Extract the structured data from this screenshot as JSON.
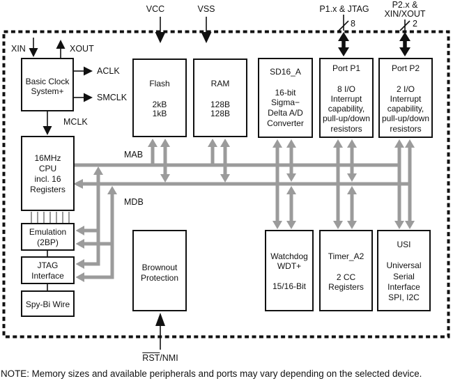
{
  "pins": {
    "vcc": "VCC",
    "vss": "VSS",
    "p1_jtag": "P1.x & JTAG",
    "p1_width": "8",
    "p2_line1": "P2.x &",
    "p2_line2": "XIN/XOUT",
    "p2_width": "2",
    "rst": "RST",
    "nmi": "/NMI"
  },
  "clock_signals": {
    "xin": "XIN",
    "xout": "XOUT",
    "aclk": "ACLK",
    "smclk": "SMCLK",
    "mclk": "MCLK"
  },
  "buses": {
    "mab": "MAB",
    "mdb": "MDB"
  },
  "blocks": {
    "basic_clock": {
      "lines": [
        "Basic Clock",
        "System+"
      ]
    },
    "cpu": {
      "lines": [
        "16MHz",
        "CPU",
        "incl. 16",
        "Registers"
      ]
    },
    "emulation": {
      "lines": [
        "Emulation",
        "(2BP)"
      ]
    },
    "jtag": {
      "lines": [
        "JTAG",
        "Interface"
      ]
    },
    "spy_bi_wire": {
      "lines": [
        "Spy-Bi Wire"
      ]
    },
    "flash": {
      "lines": [
        "Flash",
        "2kB",
        "1kB"
      ]
    },
    "ram": {
      "lines": [
        "RAM",
        "128B",
        "128B"
      ]
    },
    "sd16": {
      "lines": [
        "SD16_A",
        "16-bit",
        "Sigma−",
        "Delta A/D",
        "Converter"
      ]
    },
    "port_p1": {
      "lines": [
        "Port P1",
        "8 I/O",
        "Interrupt",
        "capability,",
        "pull-up/down",
        "resistors"
      ]
    },
    "port_p2": {
      "lines": [
        "Port P2",
        "2 I/O",
        "Interrupt",
        "capability,",
        "pull-up/down",
        "resistors"
      ]
    },
    "brownout": {
      "lines": [
        "Brownout",
        "Protection"
      ]
    },
    "watchdog": {
      "lines": [
        "Watchdog",
        "WDT+",
        "15/16-Bit"
      ]
    },
    "timer_a2": {
      "lines": [
        "Timer_A2",
        "2 CC",
        "Registers"
      ]
    },
    "usi": {
      "lines": [
        "USI",
        "Universal",
        "Serial",
        "Interface",
        "SPI, I2C"
      ]
    }
  },
  "colors": {
    "bus_gray": "#9b9b9b",
    "ink": "#111111"
  },
  "note": "NOTE: Memory sizes and available peripherals and ports may vary depending on the selected device."
}
